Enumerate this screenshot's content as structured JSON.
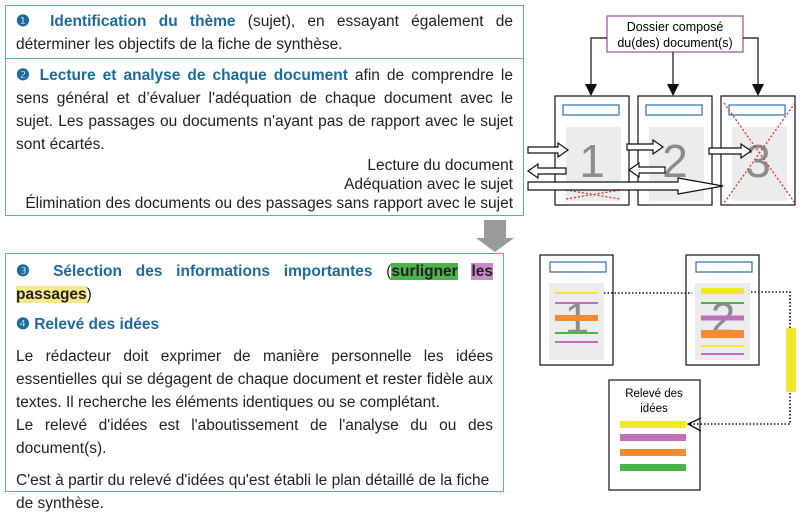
{
  "step1": {
    "num": "❶",
    "title": "Identification du thème",
    "text": " (sujet), en essayant également de déterminer les objectifs de la fiche de synthèse."
  },
  "step2": {
    "num": "❷",
    "title": "Lecture et analyse de chaque document",
    "text": " afin de comprendre le sens général et d’évaluer l'adéquation de chaque document avec le sujet. Les passages ou documents n'ayant pas de rapport avec le sujet sont écartés.",
    "legend": [
      "Lecture du document",
      "Adéquation avec le sujet",
      "Élimination des documents ou des passages sans rapport avec le sujet"
    ]
  },
  "step3": {
    "num": "❸",
    "title": "Sélection des informations importantes",
    "open": " (",
    "hl": [
      "surligner",
      "les",
      "passages"
    ],
    "close": ")"
  },
  "step4": {
    "num": "❹",
    "title": "Relevé des idées",
    "paragraphs": [
      "Le rédacteur doit exprimer de manière personnelle les idées essentielles qui se dégagent de chaque document et rester fidèle aux textes. Il recherche les éléments identiques ou se complétant.",
      "Le relevé d'idées est l'aboutissement de l'analyse du ou des document(s).",
      "C'est à partir du relevé d'idées qu'est établi le plan détaillé de la fiche de synthèse."
    ]
  },
  "diagram_top": {
    "dossier": [
      "Dossier composé",
      "du(des) document(s)"
    ],
    "docs": [
      "1",
      "2",
      "3"
    ]
  },
  "diagram_bottom": {
    "docs": [
      "1",
      "2"
    ],
    "releve": [
      "Relevé des",
      "idées"
    ]
  },
  "colors": {
    "accent": "#1c6b9c",
    "border": "#5cb88a",
    "green": "#4cb24c",
    "purple": "#c070b8",
    "yellow": "#f2e82a",
    "orange": "#f58a2e",
    "red": "#e03030"
  }
}
